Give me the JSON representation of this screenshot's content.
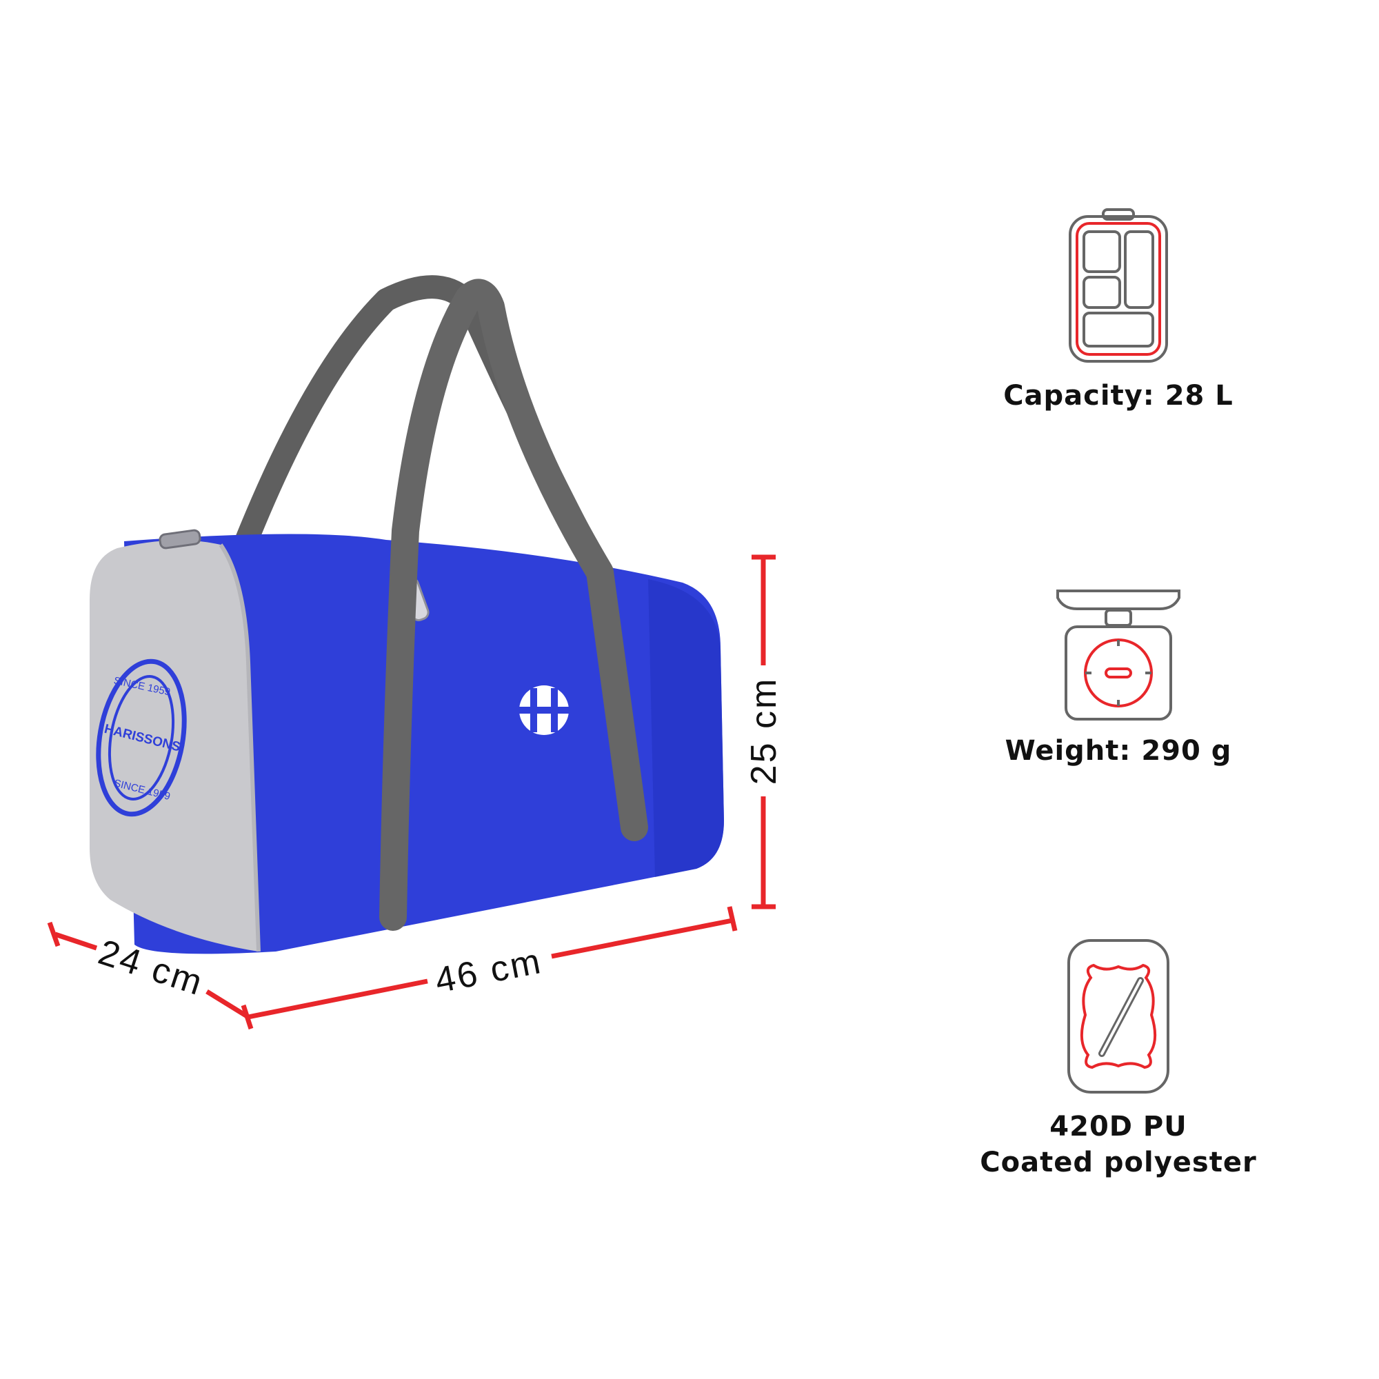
{
  "product": {
    "brand_logo_text": "HARISSONS",
    "logo_since_top": "SINCE 1959",
    "logo_since_bottom": "SINCE 1959",
    "colors": {
      "body": "#2f3fd9",
      "side_panel": "#c8c8cc",
      "handles": "#666666",
      "dimension_lines": "#e8262a",
      "icon_accent": "#e8262a",
      "icon_outline": "#555555"
    }
  },
  "dimensions": {
    "depth": "24 cm",
    "length": "46 cm",
    "height": "25 cm"
  },
  "specs": {
    "capacity": {
      "icon": "luggage-compartment-icon",
      "label": "Capacity: 28 L"
    },
    "weight": {
      "icon": "weighing-scale-icon",
      "label": "Weight: 290 g"
    },
    "material": {
      "icon": "leather-hide-icon",
      "label_line1": "420D PU",
      "label_line2": "Coated polyester"
    }
  }
}
